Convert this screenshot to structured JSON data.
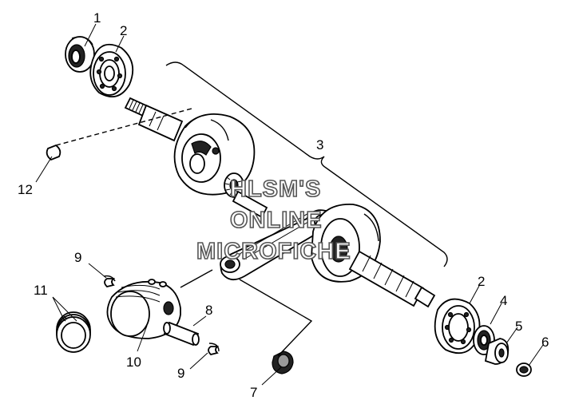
{
  "callouts": [
    {
      "id": "1",
      "text": "1"
    },
    {
      "id": "2a",
      "text": "2"
    },
    {
      "id": "3",
      "text": "3"
    },
    {
      "id": "12",
      "text": "12"
    },
    {
      "id": "9a",
      "text": "9"
    },
    {
      "id": "11",
      "text": "11"
    },
    {
      "id": "8",
      "text": "8"
    },
    {
      "id": "10",
      "text": "10"
    },
    {
      "id": "9b",
      "text": "9"
    },
    {
      "id": "7",
      "text": "7"
    },
    {
      "id": "2b",
      "text": "2"
    },
    {
      "id": "4",
      "text": "4"
    },
    {
      "id": "5",
      "text": "5"
    },
    {
      "id": "6",
      "text": "6"
    }
  ],
  "watermark": [
    "HLSM'S",
    "ONLINE",
    "MICROFICHE"
  ]
}
